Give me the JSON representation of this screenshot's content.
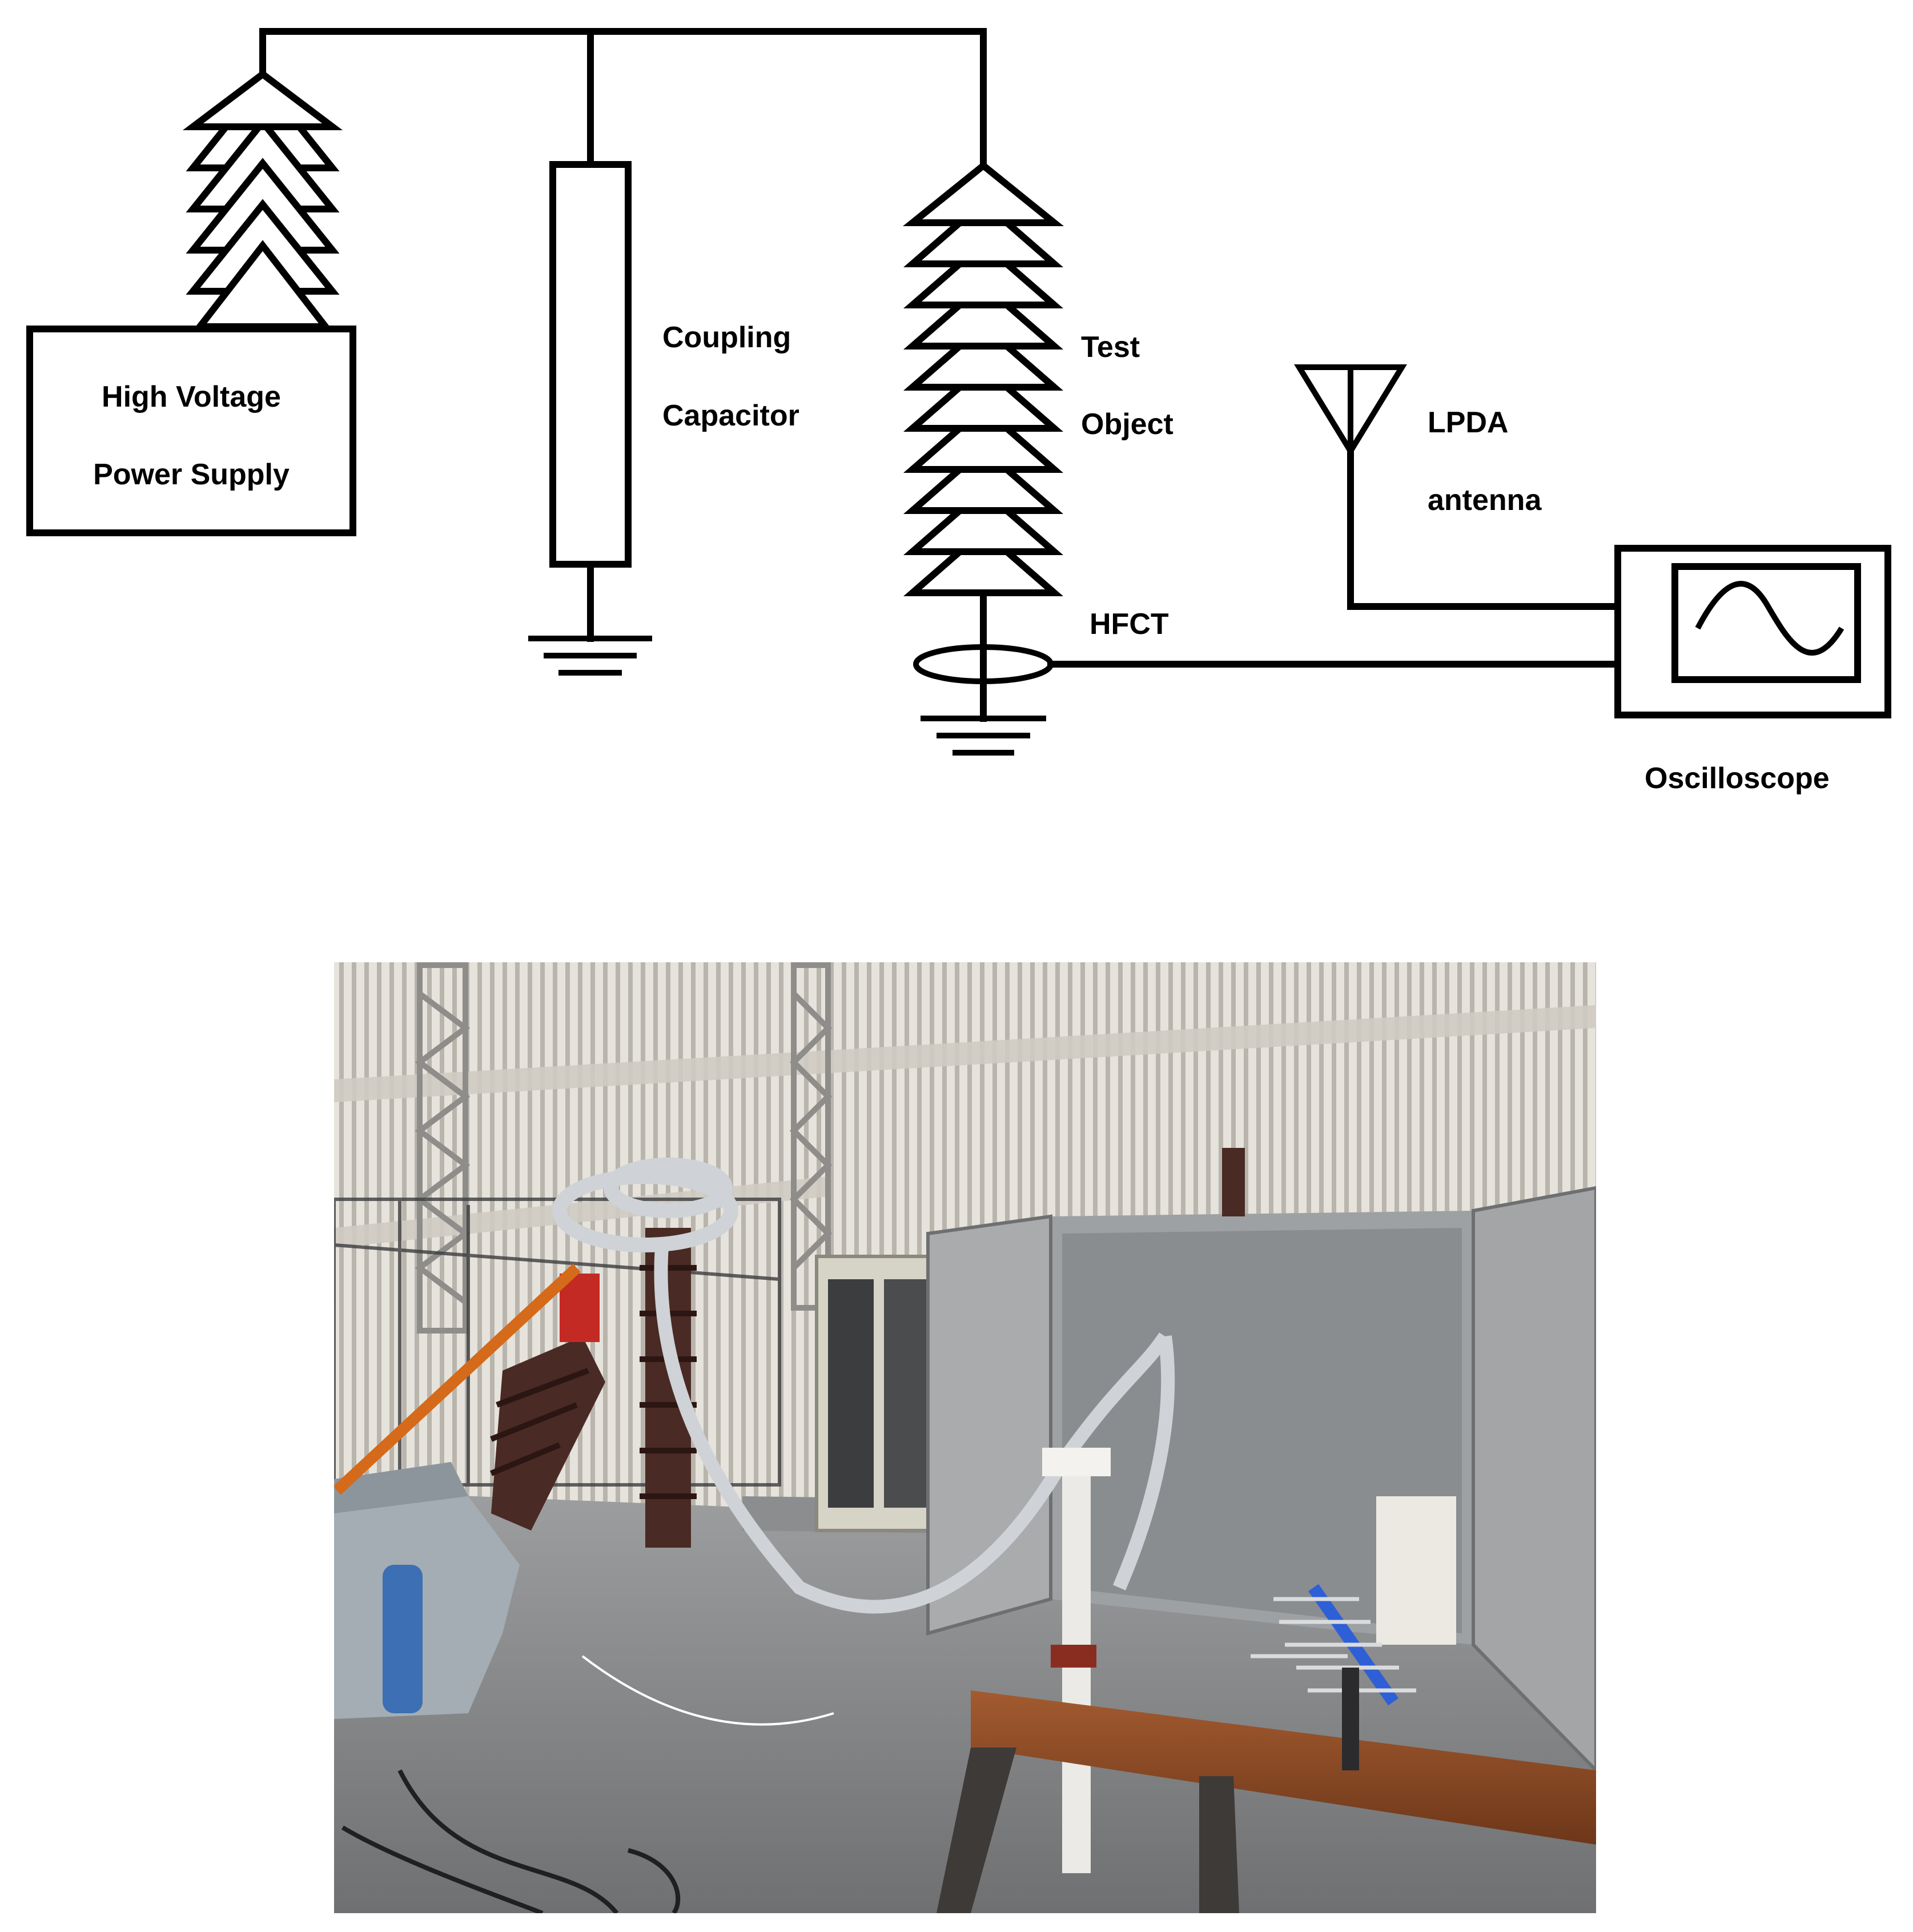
{
  "diagram": {
    "labels": {
      "power_supply_line1": "High Voltage",
      "power_supply_line2": "Power Supply",
      "coupling_line1": "Coupling",
      "coupling_line2": "Capacitor",
      "test_line1": "Test",
      "test_line2": "Object",
      "antenna_line1": "LPDA",
      "antenna_line2": "antenna",
      "hfct": "HFCT",
      "oscilloscope": "Oscilloscope"
    }
  },
  "photo": {
    "description_icon": "lab-photo-icon",
    "colors": {
      "wall": "#d9d6cf",
      "floor": "#8f9091",
      "cabinet": "#a9abad",
      "insulator": "#4a2a24",
      "beam": "#8a4a26",
      "antenna": "#2e5fd6",
      "cable": "#cfd2d6",
      "red_part": "#c42a24",
      "orange_rod": "#d46a1a"
    }
  }
}
